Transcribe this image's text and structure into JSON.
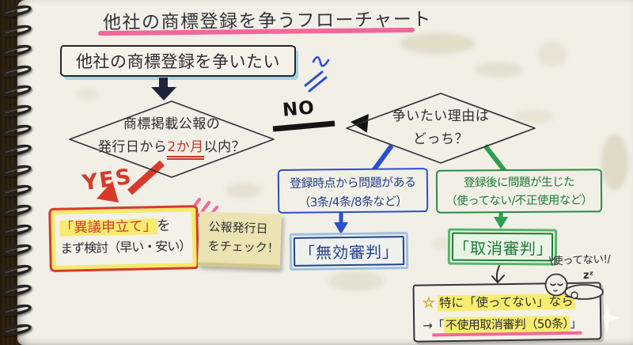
{
  "title": "他社の商標登録を争うフローチャート",
  "labels": {
    "yes": "YES",
    "no": "NO"
  },
  "nodes": {
    "start": "他社の商標登録を争いたい",
    "decision1": {
      "line1": "商標掲載公報の",
      "line2_pre": "発行日から",
      "line2_highlight": "2か月",
      "line2_post": "以内？"
    },
    "decision2": {
      "line1": "争いたい理由は",
      "line2": "どっち？"
    },
    "invalid_reason": {
      "line1": "登録時点から問題がある",
      "line2": "（3条/4条/8条など）"
    },
    "cancel_reason": {
      "line1": "登録後に問題が生じた",
      "line2": "（使ってない/不正使用など）"
    },
    "invalid_trial": "「無効審判」",
    "cancel_trial": "「取消審判」",
    "opposition": {
      "highlight": "「異議申立て」",
      "suffix": "を",
      "line2": "まず検討（早い・安い）"
    },
    "final": {
      "star": "☆",
      "line1": "特に「使ってない」なら",
      "line2_arrow": "→",
      "line2_open": "「",
      "line2_highlight": "不使用取消審判（50条）",
      "line2_close": "」"
    }
  },
  "sticky_note": {
    "line1": "公報発行日",
    "line2": "をチェック！"
  },
  "doodle": {
    "speech": "\\使ってない!/",
    "zzz": "zᶻ"
  },
  "colors": {
    "pink": "#f2679a",
    "red": "#d63a2b",
    "blue": "#2b4fd0",
    "blue_dark": "#24418f",
    "light_blue": "#a6d3e4",
    "green": "#2f9e4f",
    "green_dark": "#1f7a38",
    "yellow_highlight": "#f7ec6e",
    "sticky": "#ebe4b2",
    "ink": "#2e2d33"
  }
}
